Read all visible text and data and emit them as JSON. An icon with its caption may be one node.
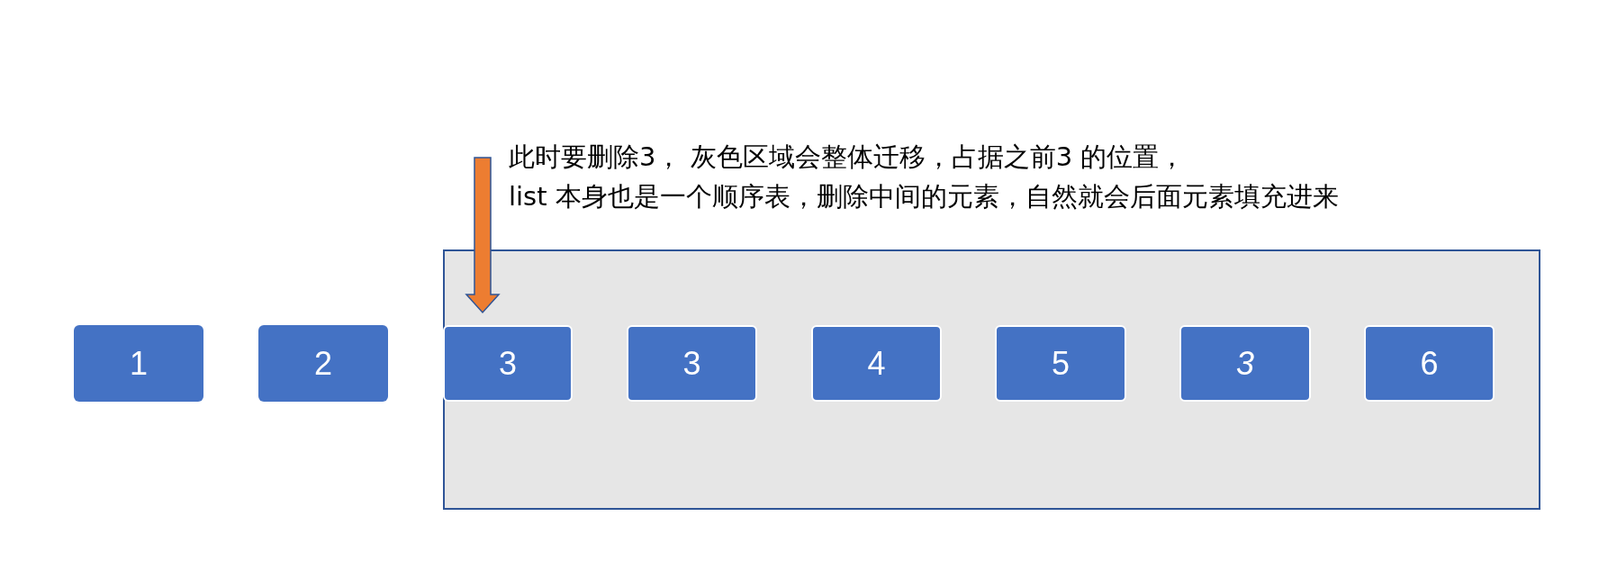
{
  "diagram": {
    "nodes": [
      {
        "text": [
          "1"
        ]
      },
      {
        "text": [
          "2"
        ]
      },
      {
        "text": [],
        "shape": "box"
      },
      {
        "text": [
          "3"
        ],
        "in": 2
      },
      {
        "text": [
          "3"
        ],
        "in": 2
      },
      {
        "text": [
          "4"
        ],
        "in": 2
      },
      {
        "text": [
          "5"
        ],
        "in": 2
      },
      {
        "text": [
          "3"
        ],
        "in": 2
      },
      {
        "text": [
          "6"
        ],
        "in": 2
      }
    ],
    "edges": [
      {
        "from": null,
        "to": 3,
        "arrow": "to",
        "style": "thick",
        "color": "#ed7d31"
      }
    ],
    "labels": [
      "此时要删除3， 灰色区域会整体迁移，占据之前3 的位置，",
      "list 本身也是一个顺序表，删除中间的元素，自然就会后面元素填充进来"
    ]
  }
}
